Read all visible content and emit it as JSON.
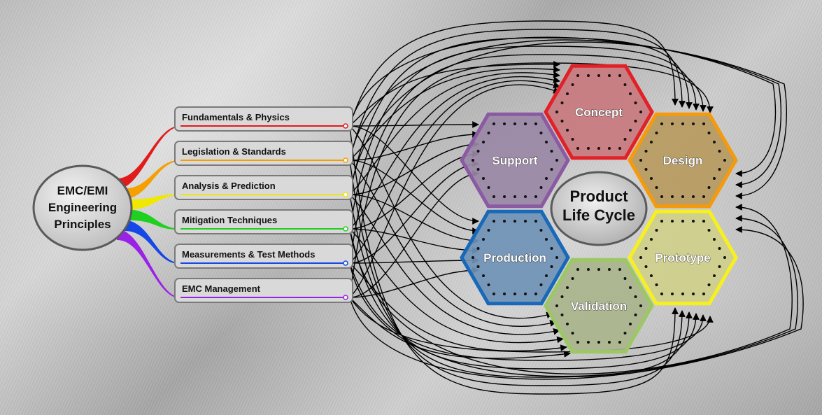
{
  "hub": {
    "lines": [
      "EMC/EMI",
      "Engineering",
      "Principles"
    ]
  },
  "principles": [
    {
      "label": "Fundamentals & Physics",
      "color": "#e11b1b"
    },
    {
      "label": "Legislation & Standards",
      "color": "#f5a000"
    },
    {
      "label": "Analysis & Prediction",
      "color": "#f0e800"
    },
    {
      "label": "Mitigation Techniques",
      "color": "#20d020"
    },
    {
      "label": "Measurements & Test Methods",
      "color": "#1546e6"
    },
    {
      "label": "EMC Management",
      "color": "#9a22e6"
    }
  ],
  "center": {
    "lines": [
      "Product",
      "Life Cycle"
    ]
  },
  "stages": [
    {
      "key": "concept",
      "label": "Concept",
      "fill": "#c97a7e",
      "stroke": "#e02228"
    },
    {
      "key": "design",
      "label": "Design",
      "fill": "#b89a5e",
      "stroke": "#f59a0c"
    },
    {
      "key": "prototype",
      "label": "Prototype",
      "fill": "#cfcf8a",
      "stroke": "#f7f020"
    },
    {
      "key": "validation",
      "label": "Validation",
      "fill": "#a9b48c",
      "stroke": "#9cc864"
    },
    {
      "key": "production",
      "label": "Production",
      "fill": "#6f93b6",
      "stroke": "#1a68b8"
    },
    {
      "key": "support",
      "label": "Support",
      "fill": "#9a88a6",
      "stroke": "#8a5aa2"
    }
  ]
}
